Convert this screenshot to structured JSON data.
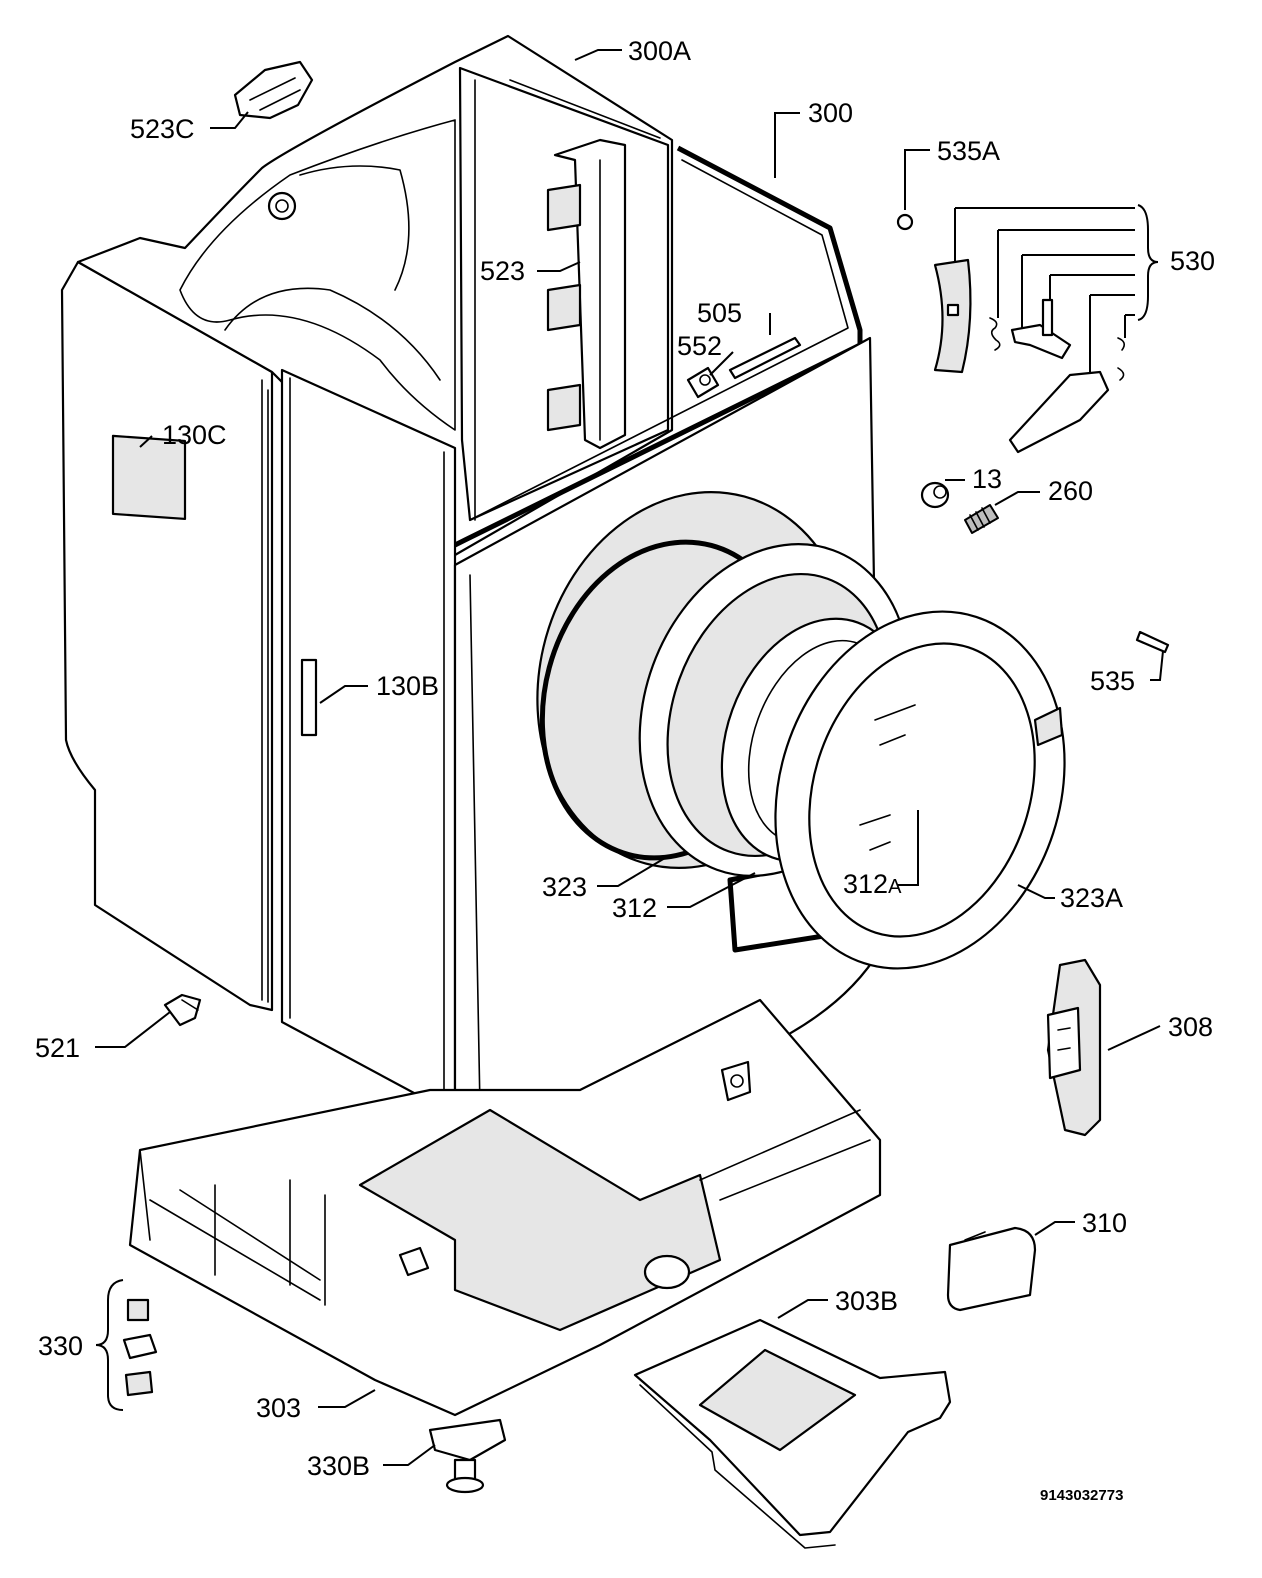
{
  "callouts": {
    "c300A": "300A",
    "c300": "300",
    "c523C": "523C",
    "c535A": "535A",
    "c530": "530",
    "c523": "523",
    "c505": "505",
    "c552": "552",
    "c130C": "130C",
    "c13": "13",
    "c260": "260",
    "c130B": "130B",
    "c535": "535",
    "c323": "323",
    "c312": "312",
    "c312A_num": "312",
    "c312A_sub": "A",
    "c323A": "323A",
    "c308": "308",
    "c521": "521",
    "c310": "310",
    "c303B": "303B",
    "c330": "330",
    "c303": "303",
    "c330B": "330B"
  },
  "document_number": "9143032773"
}
